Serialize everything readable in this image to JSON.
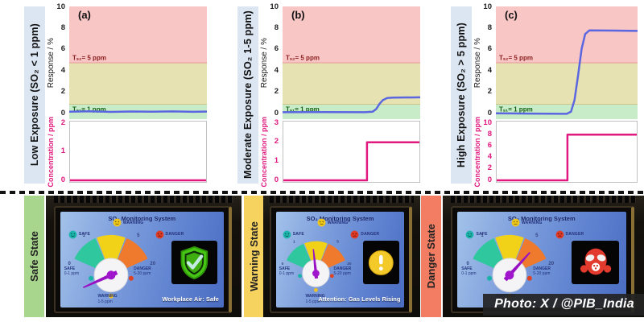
{
  "watermark": "Photo: X / @PIB_India",
  "chart_data": [
    {
      "panel_letter": "(a)",
      "exposure_label": "Low Exposure  (SO₂ < 1 ppm)",
      "response": {
        "type": "line",
        "ylabel": "Response / %",
        "ylim": [
          -0.6,
          10
        ],
        "yticks": [
          0,
          2,
          4,
          6,
          8,
          10
        ],
        "bands": [
          {
            "name": "danger-zone",
            "from": 4.7,
            "to": 10,
            "color": "#f9c6c6",
            "edge": "#e59a9a"
          },
          {
            "name": "warning-zone",
            "from": 0.8,
            "to": 4.7,
            "color": "#e7e2b2",
            "edge": "#cdc48a"
          },
          {
            "name": "safe-zone",
            "from": -0.6,
            "to": 0.8,
            "color": "#c8ecc8",
            "edge": "#9fd49f"
          }
        ],
        "thresholds": [
          {
            "label": "Tₛ₂= 5 ppm",
            "y": 4.7,
            "color": "#8a1d1d",
            "side": "above"
          },
          {
            "label": "Tₛ₁= 1  ppm",
            "y": 0.8,
            "color": "#156015",
            "side": "below"
          }
        ],
        "series": [
          {
            "name": "sensor response",
            "color": "#5b67e0",
            "x": [
              0,
              0.15,
              0.3,
              0.45,
              0.6,
              0.75,
              0.9,
              1
            ],
            "y": [
              0.1,
              0.14,
              0.08,
              0.12,
              0.1,
              0.13,
              0.09,
              0.11
            ]
          }
        ]
      },
      "concentration": {
        "type": "line",
        "ylabel": "Concentration / ppm",
        "ylim": [
          0,
          2
        ],
        "yticks": [
          0,
          1,
          2
        ],
        "series": [
          {
            "name": "SO₂ concentration",
            "color": "#e0187f",
            "x": [
              0,
              1
            ],
            "y": [
              0,
              0
            ]
          }
        ]
      }
    },
    {
      "panel_letter": "(b)",
      "exposure_label": "Moderate Exposure (SO₂ 1-5 ppm)",
      "response": {
        "type": "line",
        "ylabel": "Response / %",
        "ylim": [
          -0.6,
          10
        ],
        "yticks": [
          0,
          2,
          4,
          6,
          8,
          10
        ],
        "bands": [
          {
            "name": "danger-zone",
            "from": 4.7,
            "to": 10,
            "color": "#f9c6c6",
            "edge": "#e59a9a"
          },
          {
            "name": "warning-zone",
            "from": 0.8,
            "to": 4.7,
            "color": "#e7e2b2",
            "edge": "#cdc48a"
          },
          {
            "name": "safe-zone",
            "from": -0.6,
            "to": 0.8,
            "color": "#c8ecc8",
            "edge": "#9fd49f"
          }
        ],
        "thresholds": [
          {
            "label": "Tₛ₂= 5 ppm",
            "y": 4.7,
            "color": "#8a1d1d",
            "side": "above"
          },
          {
            "label": "Tₛ₁= 1  ppm",
            "y": 0.8,
            "color": "#156015",
            "side": "below"
          }
        ],
        "series": [
          {
            "name": "sensor response",
            "color": "#5b67e0",
            "x": [
              0,
              0.3,
              0.6,
              0.655,
              0.68,
              0.705,
              0.73,
              0.76,
              0.8,
              1
            ],
            "y": [
              0.05,
              0.07,
              0.05,
              0.1,
              0.35,
              0.85,
              1.2,
              1.38,
              1.42,
              1.45
            ]
          }
        ]
      },
      "concentration": {
        "type": "step-line",
        "ylabel": "Concentration / ppm",
        "ylim": [
          0,
          3
        ],
        "yticks": [
          0,
          1,
          2,
          3
        ],
        "series": [
          {
            "name": "SO₂ concentration",
            "color": "#e0187f",
            "x": [
              0,
              0.615,
              0.615,
              1
            ],
            "y": [
              0,
              0,
              2,
              2
            ]
          }
        ]
      }
    },
    {
      "panel_letter": "(c)",
      "exposure_label": "High Exposure (SO₂ > 5 ppm)",
      "response": {
        "type": "line",
        "ylabel": "Response / %",
        "ylim": [
          -0.6,
          10
        ],
        "yticks": [
          0,
          2,
          4,
          6,
          8,
          10
        ],
        "bands": [
          {
            "name": "danger-zone",
            "from": 4.7,
            "to": 10,
            "color": "#f9c6c6",
            "edge": "#e59a9a"
          },
          {
            "name": "warning-zone",
            "from": 0.8,
            "to": 4.7,
            "color": "#e7e2b2",
            "edge": "#cdc48a"
          },
          {
            "name": "safe-zone",
            "from": -0.6,
            "to": 0.8,
            "color": "#c8ecc8",
            "edge": "#9fd49f"
          }
        ],
        "thresholds": [
          {
            "label": "Tₛ₂= 5 ppm",
            "y": 4.7,
            "color": "#8a1d1d",
            "side": "above"
          },
          {
            "label": "Tₛ₁= 1  ppm",
            "y": 0.8,
            "color": "#156015",
            "side": "below"
          }
        ],
        "series": [
          {
            "name": "sensor response",
            "color": "#5b67e0",
            "x": [
              0,
              0.25,
              0.5,
              0.53,
              0.555,
              0.58,
              0.605,
              0.63,
              0.66,
              1
            ],
            "y": [
              -0.05,
              -0.08,
              -0.1,
              0.1,
              1.2,
              3.5,
              6.0,
              7.4,
              7.75,
              7.7
            ]
          }
        ]
      },
      "concentration": {
        "type": "step-line",
        "ylabel": "Concentration / ppm",
        "ylim": [
          0,
          10
        ],
        "yticks": [
          0,
          2,
          4,
          6,
          8,
          10
        ],
        "series": [
          {
            "name": "SO₂ concentration",
            "color": "#e0187f",
            "x": [
              0,
              0.505,
              0.505,
              1
            ],
            "y": [
              0,
              0,
              8,
              8
            ]
          }
        ]
      }
    }
  ],
  "monitor": {
    "title": "SO₂ Monitoring System",
    "indicators": [
      {
        "name": "safe",
        "label": "SAFE"
      },
      {
        "name": "warning",
        "label": "WARNING"
      },
      {
        "name": "danger",
        "label": "DANGER"
      }
    ],
    "gauge_scale": [
      "0",
      "1",
      "5",
      "20"
    ],
    "gauge_colors": {
      "safe": "#2fc79e",
      "warning": "#f2d219",
      "danger": "#ef7a2e"
    },
    "zones": [
      {
        "label": "SAFE",
        "range": "0-1 ppm"
      },
      {
        "label": "WARNING",
        "range": "1-5 ppm"
      },
      {
        "label": "DANGER",
        "range": "5-20 ppm"
      }
    ]
  },
  "states": [
    {
      "state_label": "Safe State",
      "bar_color": "#a9d68d",
      "status_text": "Workplace Air: Safe",
      "icon": "shield-check-icon",
      "needle_angle_deg": -114
    },
    {
      "state_label": "Warning State",
      "bar_color": "#f6d35f",
      "status_text": "Attention: Gas Levels Rising",
      "icon": "warning-exclamation-icon",
      "needle_angle_deg": -6
    },
    {
      "state_label": "Danger State",
      "bar_color": "#f27d62",
      "status_text": "",
      "icon": "gas-mask-icon",
      "needle_angle_deg": 42
    }
  ]
}
